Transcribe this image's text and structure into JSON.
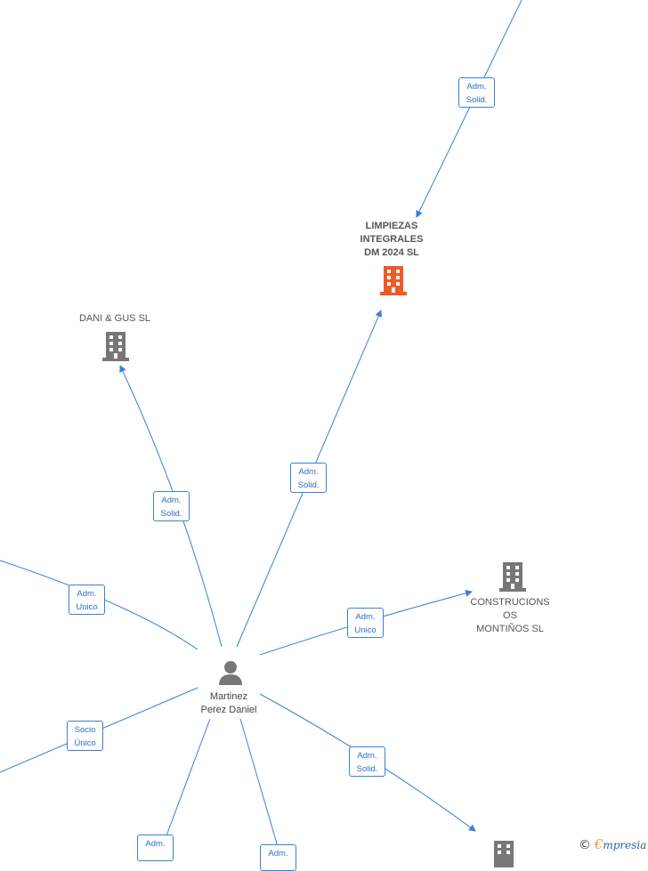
{
  "nodes": {
    "limpiezas": {
      "label": "LIMPIEZAS\nINTEGRALES\nDM 2024  SL",
      "icon": "building-icon",
      "color": "#f05a28",
      "highlight": true
    },
    "dani_gus": {
      "label": "DANI & GUS SL",
      "icon": "building-icon",
      "color": "#777777"
    },
    "construcciones": {
      "label": "CONSTRUCIONS\nOS\nMONTIÑOS SL",
      "icon": "building-icon",
      "color": "#777777"
    },
    "person": {
      "label": "Martinez\nPerez Daniel",
      "icon": "person-icon",
      "color": "#777777"
    },
    "bottom_company": {
      "label": "",
      "icon": "building-icon",
      "color": "#777777"
    }
  },
  "edges": {
    "top_to_limpiezas": "Adm.\nSolid.",
    "person_to_limpiezas": "Adm.\nSolid.",
    "person_to_dani_gus": "Adm.\nSolid.",
    "left_upper": "Adm.\nUnico",
    "person_to_construcciones": "Adm.\nUnico",
    "left_lower": "Socio\nÚnico",
    "person_to_bottom_right": "Adm.\nSolid.",
    "bottom_left": "Adm.",
    "bottom_mid": "Adm."
  },
  "colors": {
    "edge": "#3b7fd6",
    "edge_label_text": "#2f6fc4"
  },
  "watermark": {
    "copyright": "©",
    "brand_first": "€",
    "brand_rest": "mpresia"
  }
}
